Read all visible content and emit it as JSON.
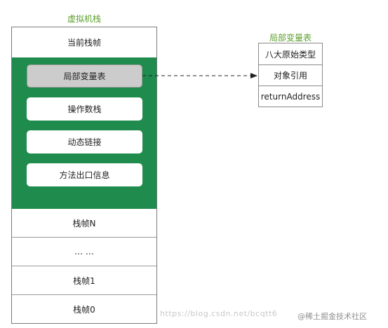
{
  "stack": {
    "title": "虚拟机栈",
    "current_frame": "当前栈帧",
    "frame_parts": [
      "局部变量表",
      "操作数栈",
      "动态链接",
      "方法出口信息"
    ],
    "frames": [
      "栈帧N",
      "… …",
      "栈帧1",
      "栈帧0"
    ]
  },
  "local_variable_table": {
    "title": "局部变量表",
    "entries": [
      "八大原始类型",
      "对象引用",
      "returnAddress"
    ]
  },
  "watermarks": {
    "url": "https://blog.csdn.net/bcqtt6",
    "brand": "@稀土掘金技术社区"
  },
  "colors": {
    "frame_fill": "#1f8b4c",
    "title_text": "#5a9e2a",
    "highlight_fill": "#cccccc"
  }
}
